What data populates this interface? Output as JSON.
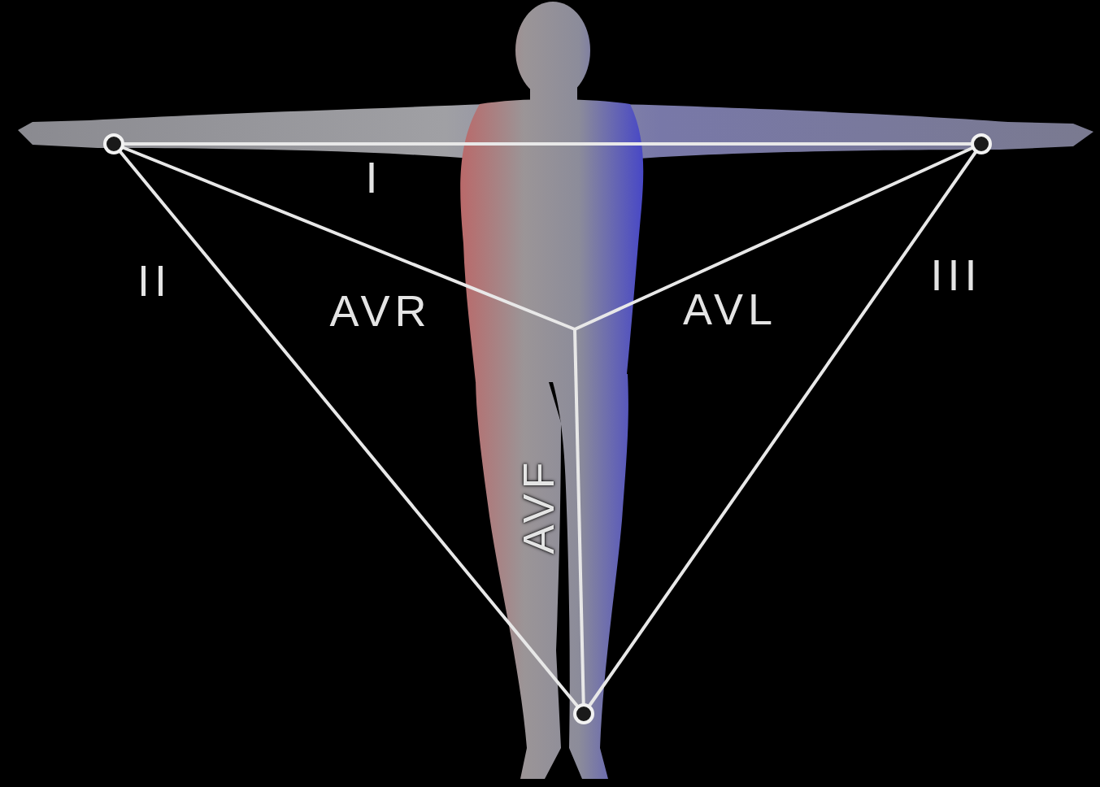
{
  "diagram": {
    "labels": [
      "I",
      "II",
      "III",
      "AVR",
      "AVL",
      "AVF"
    ]
  }
}
